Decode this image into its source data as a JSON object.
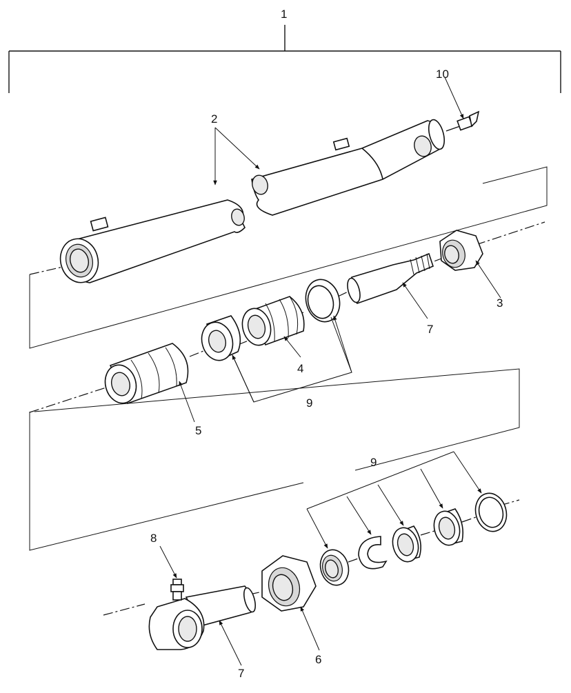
{
  "callouts": {
    "c1": "1",
    "c2": "2",
    "c3": "3",
    "c4": "4",
    "c5": "5",
    "c6": "6",
    "c7_upper": "7",
    "c7_lower": "7",
    "c8": "8",
    "c9_middle": "9",
    "c9_lower": "9",
    "c10": "10"
  }
}
